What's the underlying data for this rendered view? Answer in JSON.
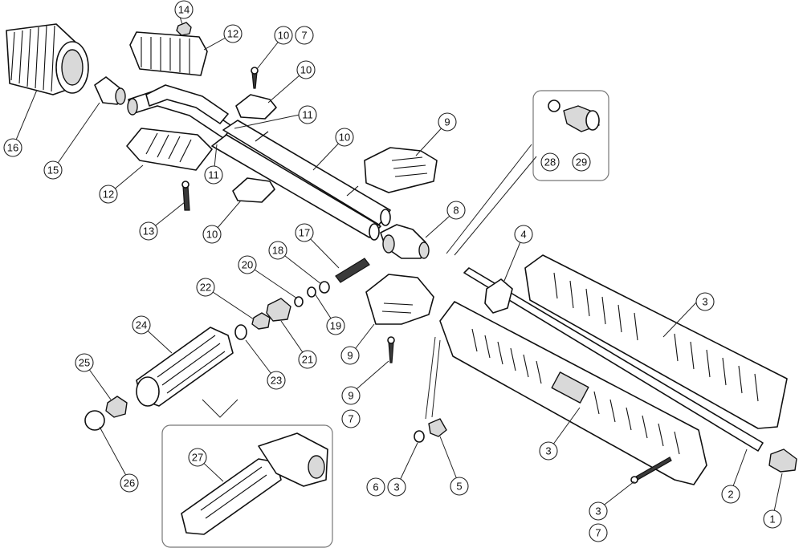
{
  "callouts": [
    {
      "id": "c14",
      "label": "14"
    },
    {
      "id": "c12a",
      "label": "12"
    },
    {
      "id": "c10a",
      "label": "10"
    },
    {
      "id": "c7a",
      "label": "7"
    },
    {
      "id": "c10b",
      "label": "10"
    },
    {
      "id": "c11a",
      "label": "11"
    },
    {
      "id": "c16",
      "label": "16"
    },
    {
      "id": "c15",
      "label": "15"
    },
    {
      "id": "c10c",
      "label": "10"
    },
    {
      "id": "c9a",
      "label": "9"
    },
    {
      "id": "c12b",
      "label": "12"
    },
    {
      "id": "c11b",
      "label": "11"
    },
    {
      "id": "c28",
      "label": "28"
    },
    {
      "id": "c29",
      "label": "29"
    },
    {
      "id": "c13",
      "label": "13"
    },
    {
      "id": "c10d",
      "label": "10"
    },
    {
      "id": "c8",
      "label": "8"
    },
    {
      "id": "c4",
      "label": "4"
    },
    {
      "id": "c17",
      "label": "17"
    },
    {
      "id": "c18",
      "label": "18"
    },
    {
      "id": "c20",
      "label": "20"
    },
    {
      "id": "c22",
      "label": "22"
    },
    {
      "id": "c3a",
      "label": "3"
    },
    {
      "id": "c19",
      "label": "19"
    },
    {
      "id": "c24",
      "label": "24"
    },
    {
      "id": "c21",
      "label": "21"
    },
    {
      "id": "c9b",
      "label": "9"
    },
    {
      "id": "c25",
      "label": "25"
    },
    {
      "id": "c23",
      "label": "23"
    },
    {
      "id": "c9c",
      "label": "9"
    },
    {
      "id": "c7b",
      "label": "7"
    },
    {
      "id": "c3b",
      "label": "3"
    },
    {
      "id": "c27",
      "label": "27"
    },
    {
      "id": "c26",
      "label": "26"
    },
    {
      "id": "c6",
      "label": "6"
    },
    {
      "id": "c3c",
      "label": "3"
    },
    {
      "id": "c5",
      "label": "5"
    },
    {
      "id": "c2",
      "label": "2"
    },
    {
      "id": "c3d",
      "label": "3"
    },
    {
      "id": "c1",
      "label": "1"
    },
    {
      "id": "c7c",
      "label": "7"
    }
  ]
}
